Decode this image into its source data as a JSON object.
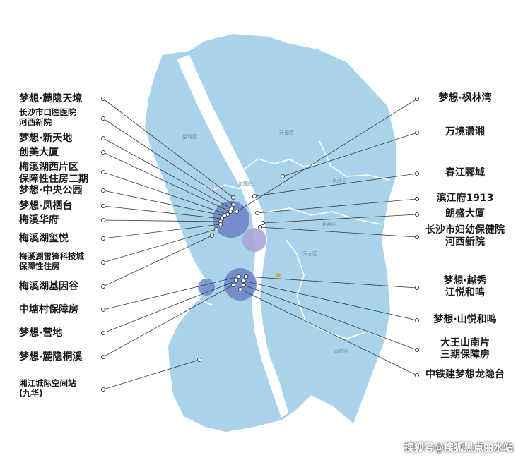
{
  "districts": [
    "望城区",
    "开福区",
    "岳麓区",
    "芙蓉区",
    "天心区",
    "雨花区",
    "长沙县"
  ],
  "left_labels": [
    [
      "梦想·麓隐天境"
    ],
    [
      "长沙市口腔医院",
      "河西新院"
    ],
    [
      "梦想·新天地"
    ],
    [
      "创美大厦"
    ],
    [
      "梅溪湖西片区",
      "保障性住房二期"
    ],
    [
      "梦想·中央公园"
    ],
    [
      "梦想·凤栖台"
    ],
    [
      "梅溪华府"
    ],
    [
      "梅溪湖玺悦"
    ],
    [
      "梅溪湖雷锋科技城",
      "保障性住房"
    ],
    [
      "梅溪湖基因谷"
    ],
    [
      "中塘村保障房"
    ],
    [
      "梦想·营地"
    ],
    [
      "梦想·麓隐桐溪"
    ],
    [
      "湘江城际空间站",
      "(九华)"
    ]
  ],
  "right_labels": [
    [
      "梦想·枫林湾"
    ],
    [
      "万境潇湘"
    ],
    [
      "春江郦城"
    ],
    [
      "滨江府1913"
    ],
    [
      "朗盛大厦"
    ],
    [
      "长沙市妇幼保健院",
      "河西新院"
    ],
    [
      "梦想·越秀",
      "江悦和鸣"
    ],
    [
      "梦想·山悦和鸣"
    ],
    [
      "大王山南片",
      "三期保障房"
    ],
    [
      "中铁建梦想龙隐台"
    ]
  ],
  "watermark": "搜狐号@搜狐黑点丽水站",
  "colors": {
    "land": "#a9d3ea",
    "river": "#ffffff",
    "hub": "#6d86c6",
    "hub2": "#a9a0d6",
    "lines": "#3a3a3a",
    "boundary": "#ffffff"
  }
}
